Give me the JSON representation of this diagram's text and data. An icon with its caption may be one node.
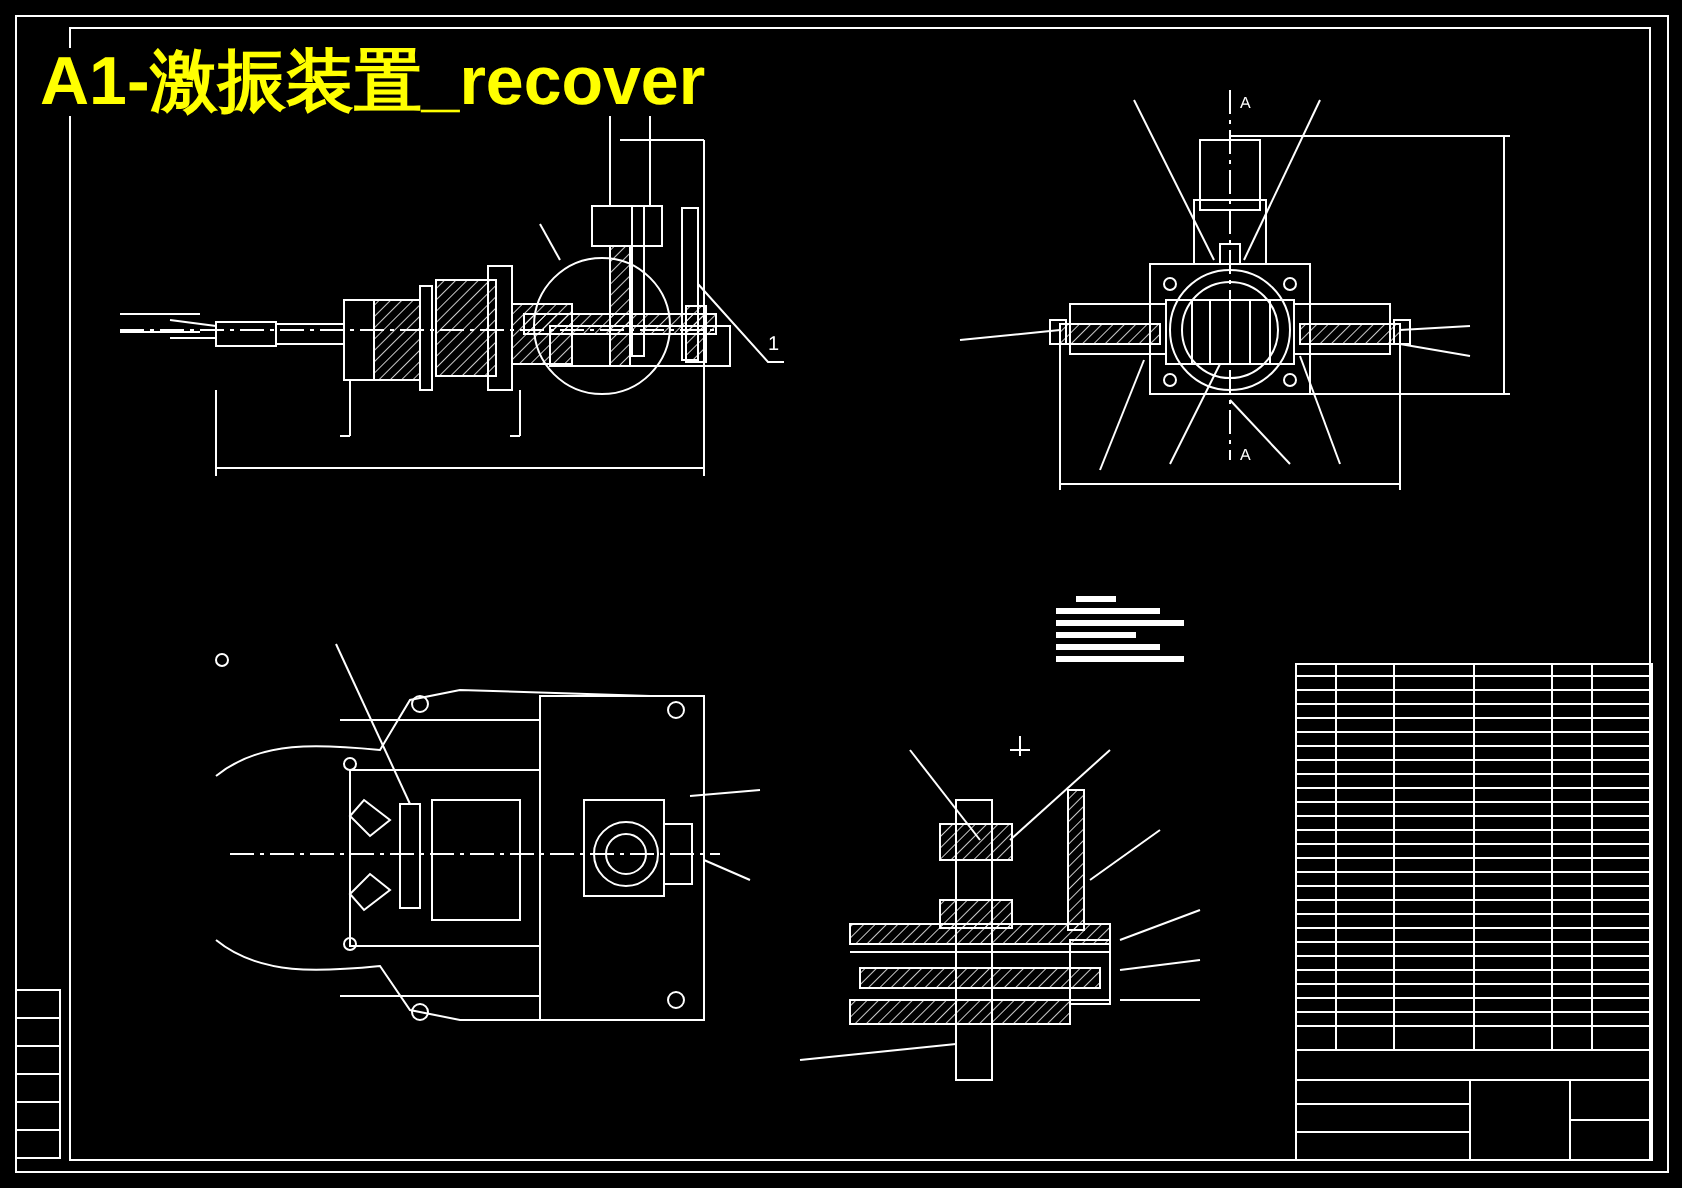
{
  "diagram": {
    "title": "A1-激振装置_recover",
    "nodes": [
      {
        "text": [
          "1"
        ]
      },
      {
        "text": [],
        "shape": "box"
      }
    ],
    "edges": [
      {
        "from": 0,
        "to": 1,
        "arrow": "none"
      }
    ],
    "labels": [
      "A",
      "A"
    ]
  }
}
